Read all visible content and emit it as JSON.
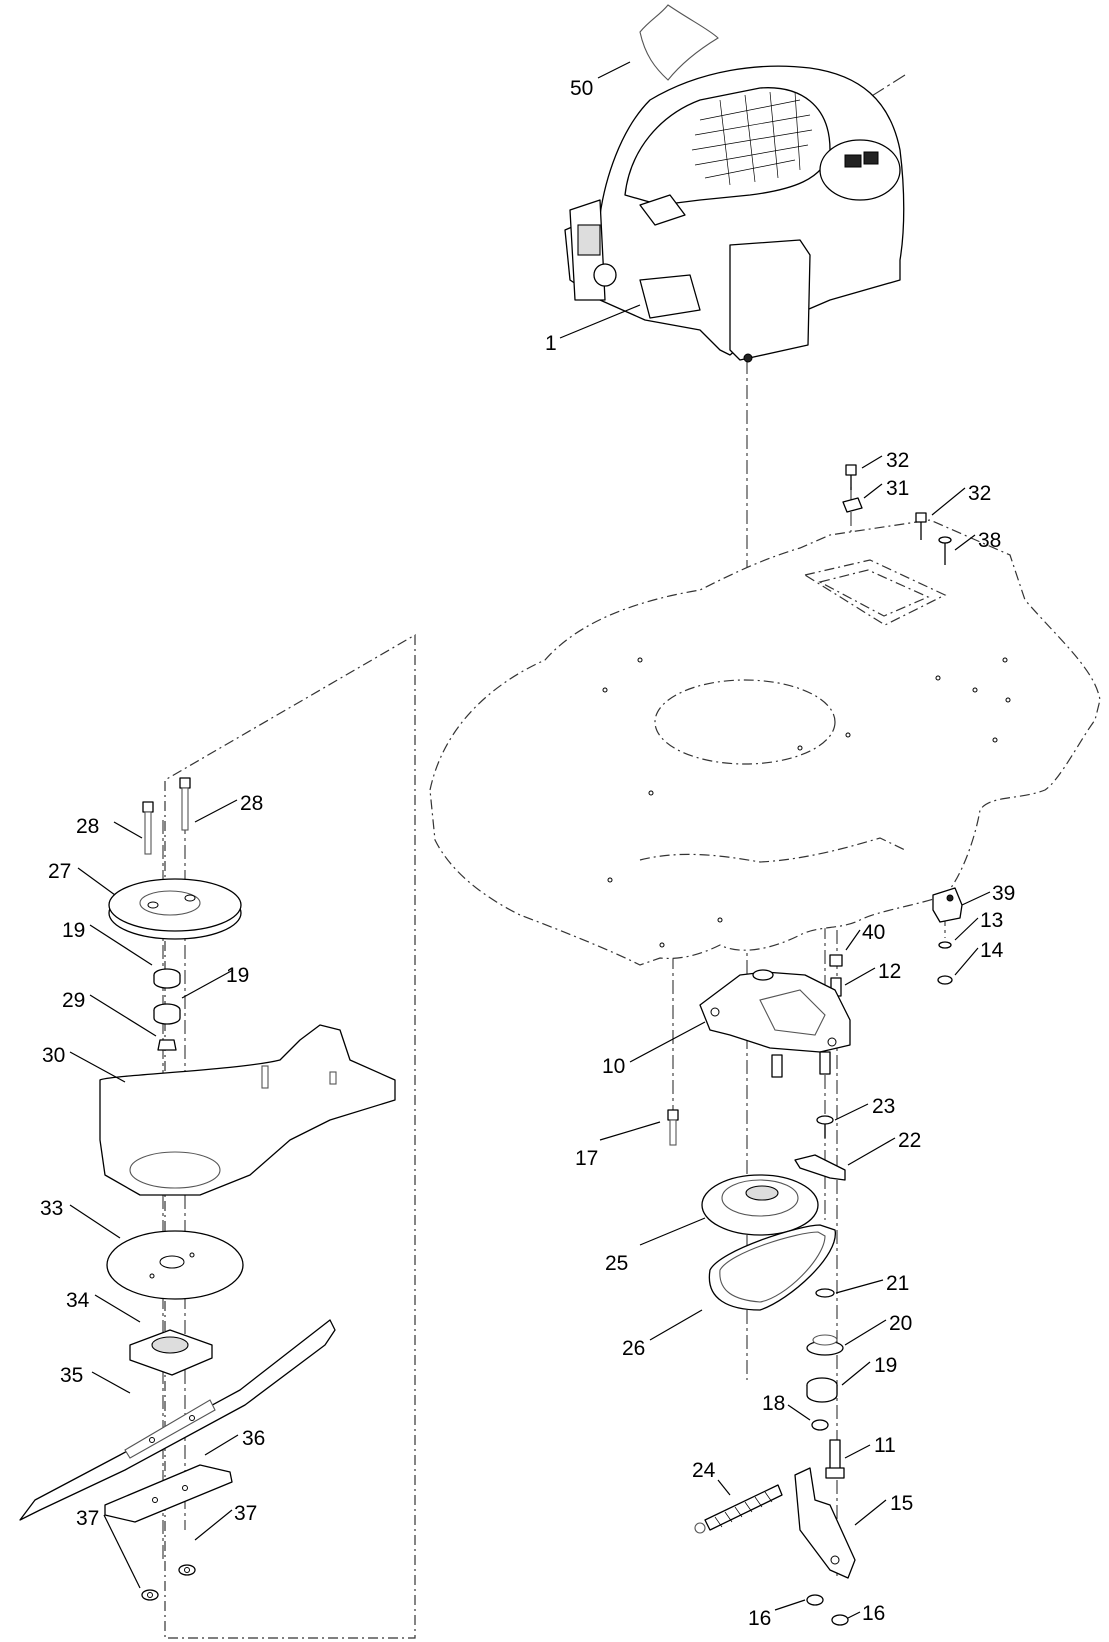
{
  "callouts": [
    {
      "id": "c50",
      "text": "50"
    },
    {
      "id": "c1",
      "text": "1"
    },
    {
      "id": "c32a",
      "text": "32"
    },
    {
      "id": "c31",
      "text": "31"
    },
    {
      "id": "c32b",
      "text": "32"
    },
    {
      "id": "c38",
      "text": "38"
    },
    {
      "id": "c28a",
      "text": "28"
    },
    {
      "id": "c28b",
      "text": "28"
    },
    {
      "id": "c27",
      "text": "27"
    },
    {
      "id": "c19a",
      "text": "19"
    },
    {
      "id": "c19b",
      "text": "19"
    },
    {
      "id": "c29",
      "text": "29"
    },
    {
      "id": "c30",
      "text": "30"
    },
    {
      "id": "c33",
      "text": "33"
    },
    {
      "id": "c34",
      "text": "34"
    },
    {
      "id": "c35",
      "text": "35"
    },
    {
      "id": "c36",
      "text": "36"
    },
    {
      "id": "c37a",
      "text": "37"
    },
    {
      "id": "c37b",
      "text": "37"
    },
    {
      "id": "c39",
      "text": "39"
    },
    {
      "id": "c13",
      "text": "13"
    },
    {
      "id": "c14",
      "text": "14"
    },
    {
      "id": "c40",
      "text": "40"
    },
    {
      "id": "c12",
      "text": "12"
    },
    {
      "id": "c10",
      "text": "10"
    },
    {
      "id": "c23",
      "text": "23"
    },
    {
      "id": "c22",
      "text": "22"
    },
    {
      "id": "c17",
      "text": "17"
    },
    {
      "id": "c25",
      "text": "25"
    },
    {
      "id": "c21",
      "text": "21"
    },
    {
      "id": "c20",
      "text": "20"
    },
    {
      "id": "c26",
      "text": "26"
    },
    {
      "id": "c19c",
      "text": "19"
    },
    {
      "id": "c18",
      "text": "18"
    },
    {
      "id": "c11",
      "text": "11"
    },
    {
      "id": "c24",
      "text": "24"
    },
    {
      "id": "c15",
      "text": "15"
    },
    {
      "id": "c16a",
      "text": "16"
    },
    {
      "id": "c16b",
      "text": "16"
    }
  ]
}
